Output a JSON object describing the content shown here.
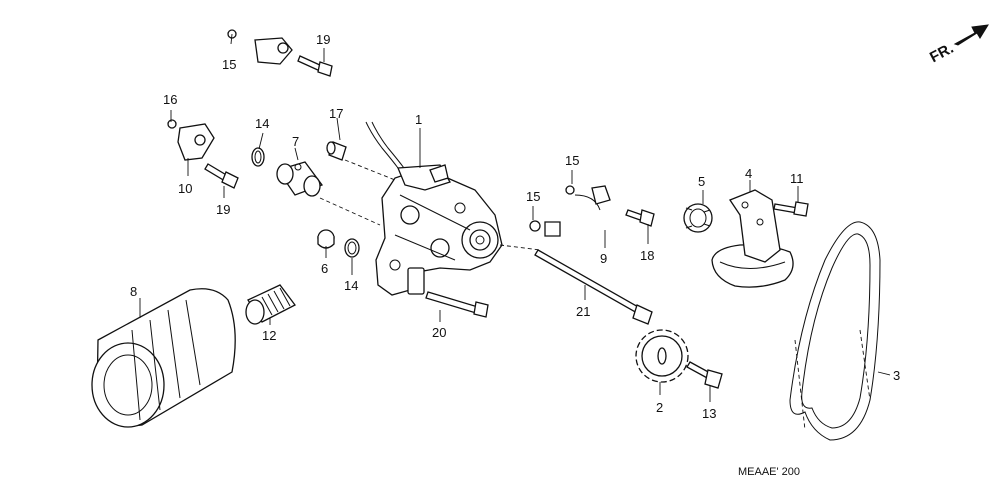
{
  "diagram": {
    "part_labels": {
      "p1": "1",
      "p2": "2",
      "p3": "3",
      "p4": "4",
      "p5": "5",
      "p6": "6",
      "p7": "7",
      "p8": "8",
      "p9": "9",
      "p10": "10",
      "p11": "11",
      "p12": "12",
      "p13": "13",
      "p14a": "14",
      "p14b": "14",
      "p15a": "15",
      "p15b": "15",
      "p15c": "15",
      "p16": "16",
      "p17": "17",
      "p18": "18",
      "p19a": "19",
      "p19b": "19",
      "p20": "20",
      "p21": "21"
    },
    "direction_label": "FR.",
    "diagram_code": "MEAAE' 200"
  }
}
